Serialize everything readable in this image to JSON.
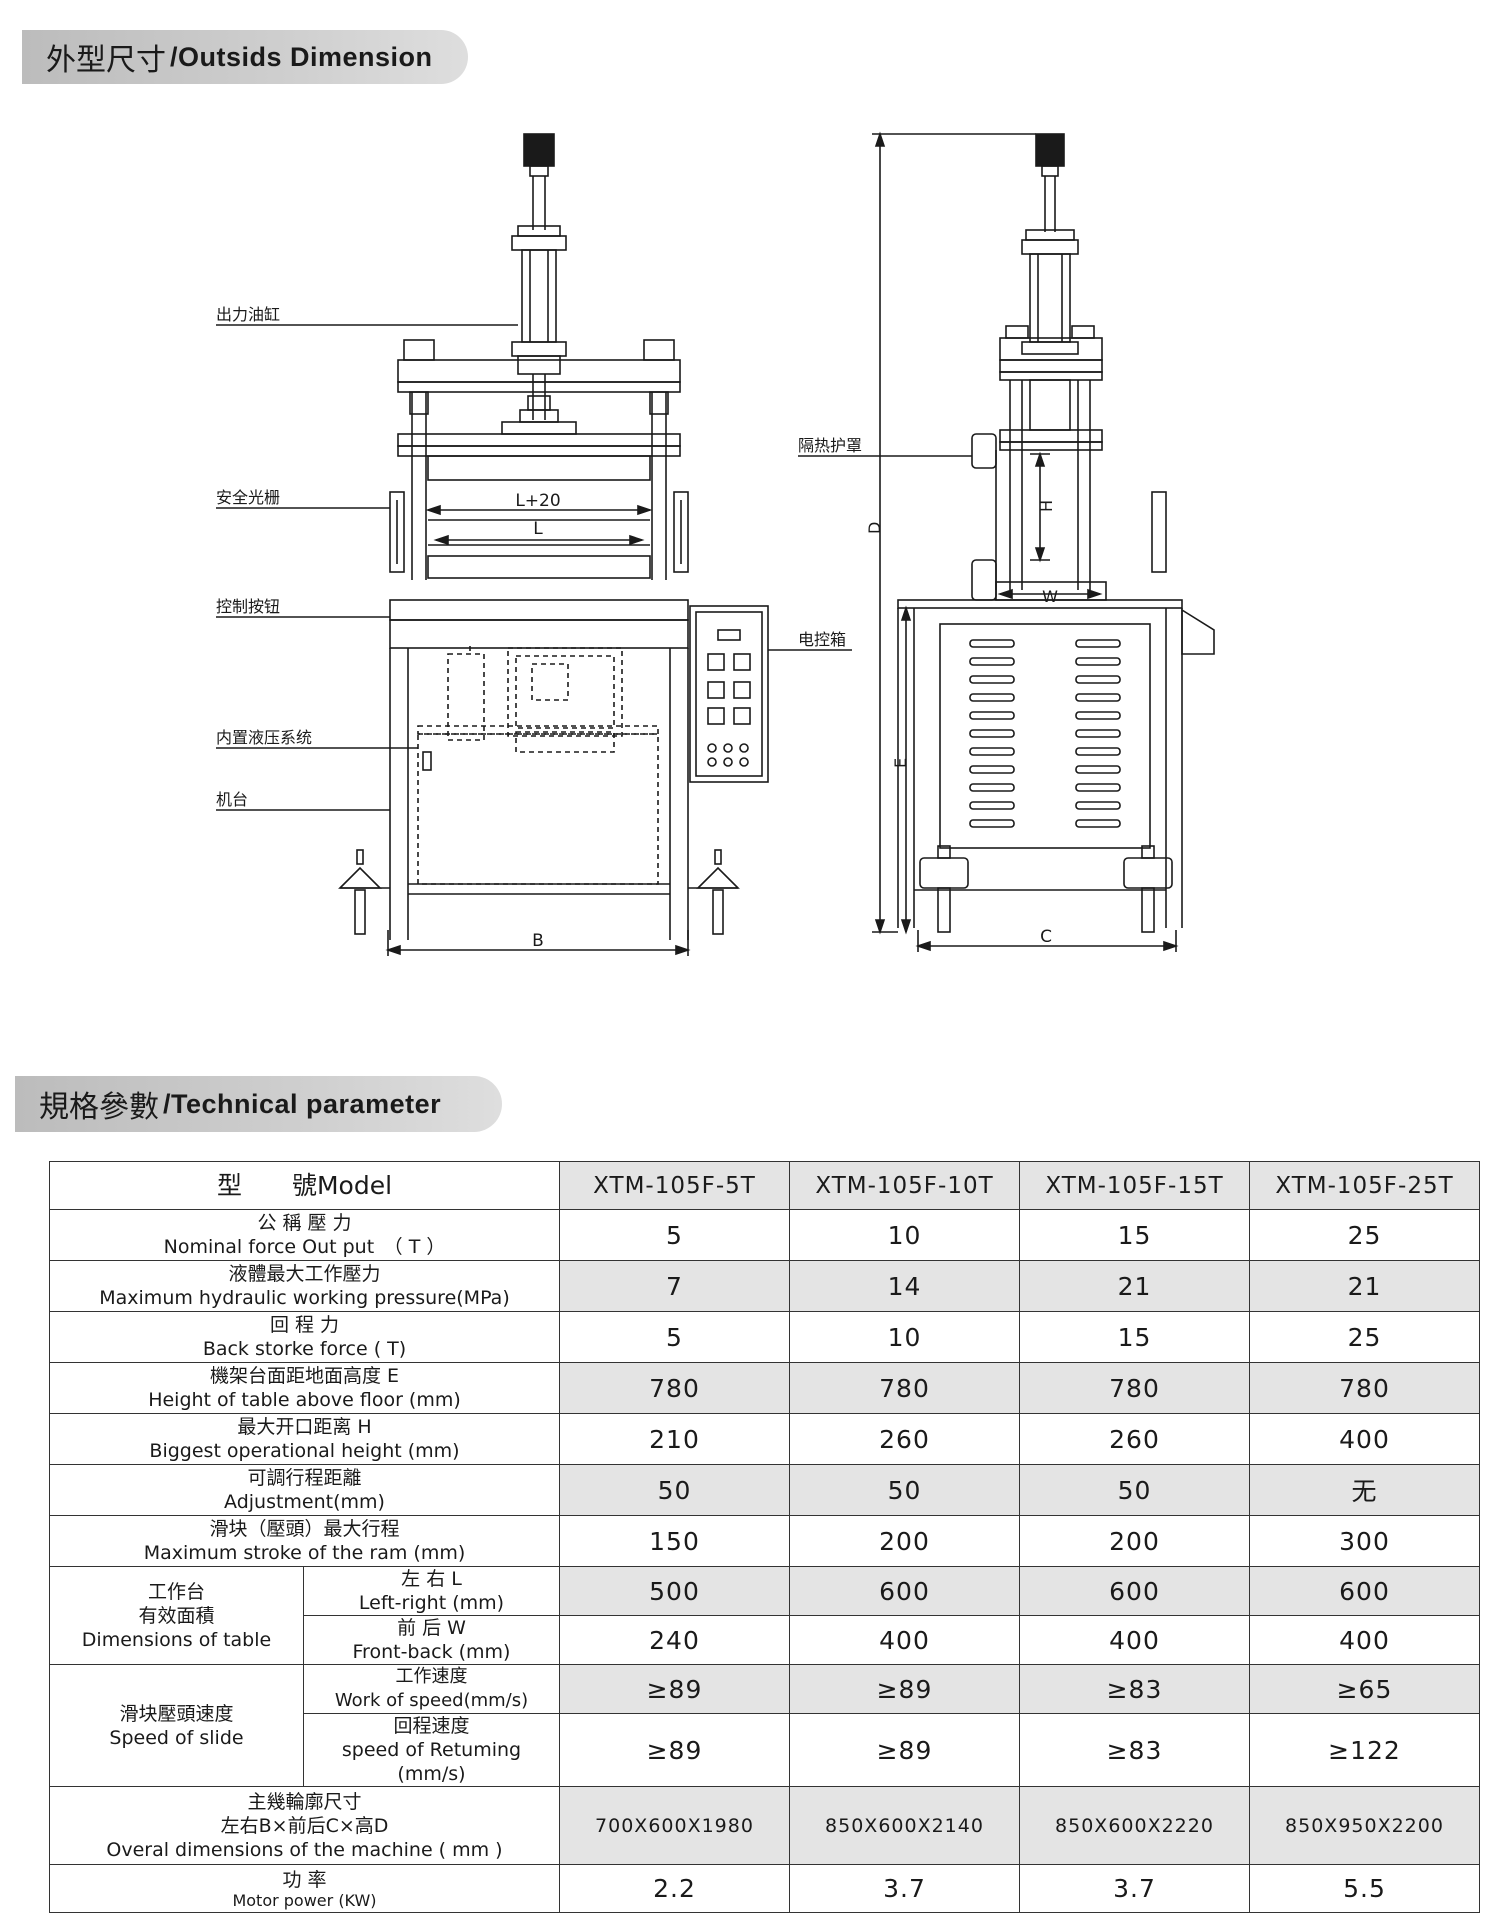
{
  "headers": {
    "outside": {
      "zh": "外型尺寸",
      "en": "/Outsids Dimension"
    },
    "technical": {
      "zh": "規格參數",
      "en": "/Technical parameter"
    }
  },
  "drawing": {
    "callouts": {
      "cylinder": "出力油缸",
      "light_curtain": "安全光栅",
      "control_button": "控制按钮",
      "hydraulic_system": "内置液压系统",
      "machine_base": "机台",
      "heat_shield": "隔热护罩",
      "control_box": "电控箱"
    },
    "dims": {
      "l20": "L+20",
      "l": "L",
      "b": "B",
      "c": "C",
      "d": "D",
      "e": "E",
      "h": "H",
      "w": "W"
    }
  },
  "table": {
    "model_label": "型　　號Model",
    "models": [
      "XTM-105F-5T",
      "XTM-105F-10T",
      "XTM-105F-15T",
      "XTM-105F-25T"
    ],
    "rows": [
      {
        "zh": "公 稱 壓 力",
        "en": "Nominal force  Out put　（ T ）",
        "values": [
          "5",
          "10",
          "15",
          "25"
        ]
      },
      {
        "zh": "液體最大工作壓力",
        "en": "Maximum hydraulic working pressure(MPa)",
        "values": [
          "7",
          "14",
          "21",
          "21"
        ]
      },
      {
        "zh": "回 程 力",
        "en": "Back storke force ( T)",
        "values": [
          "5",
          "10",
          "15",
          "25"
        ]
      },
      {
        "zh": "機架台面距地面高度 E",
        "en": "Height of table above floor (mm)",
        "values": [
          "780",
          "780",
          "780",
          "780"
        ]
      },
      {
        "zh": "最大开口距离  H",
        "en": "Biggest operational height (mm)",
        "values": [
          "210",
          "260",
          "260",
          "400"
        ]
      },
      {
        "zh": "可調行程距離",
        "en": "Adjustment(mm)",
        "values": [
          "50",
          "50",
          "50",
          "无"
        ]
      },
      {
        "zh": "滑块（壓頭）最大行程",
        "en": "Maximum stroke of the ram (mm)",
        "values": [
          "150",
          "200",
          "200",
          "300"
        ]
      }
    ],
    "table_dims": {
      "label_zh1": "工作台",
      "label_zh2": "有效面積",
      "label_en": "Dimensions of table",
      "sub": [
        {
          "zh": "左 右 L",
          "en": "Left-right (mm)",
          "values": [
            "500",
            "600",
            "600",
            "600"
          ]
        },
        {
          "zh": "前 后 W",
          "en": "Front-back (mm)",
          "values": [
            "240",
            "400",
            "400",
            "400"
          ]
        }
      ]
    },
    "slide_speed": {
      "label_zh": "滑块壓頭速度",
      "label_en": "Speed of slide",
      "sub": [
        {
          "zh": "工作速度",
          "en": "Work of speed(mm/s)",
          "values": [
            "≥89",
            "≥89",
            "≥83",
            "≥65"
          ]
        },
        {
          "zh": "回程速度",
          "en": "speed of Retuming",
          "en2": "(mm/s)",
          "values": [
            "≥89",
            "≥89",
            "≥83",
            "≥122"
          ]
        }
      ]
    },
    "overall": {
      "zh1": "主幾輪廓尺寸",
      "zh2": "左右B×前后C×高D",
      "en": "Overal dimensions of the machine ( mm )",
      "values": [
        "700X600X1980",
        "850X600X2140",
        "850X600X2220",
        "850X950X2200"
      ]
    },
    "motor": {
      "zh": "功 率",
      "en": "Motor power (KW)",
      "values": [
        "2.2",
        "3.7",
        "3.7",
        "5.5"
      ]
    }
  }
}
